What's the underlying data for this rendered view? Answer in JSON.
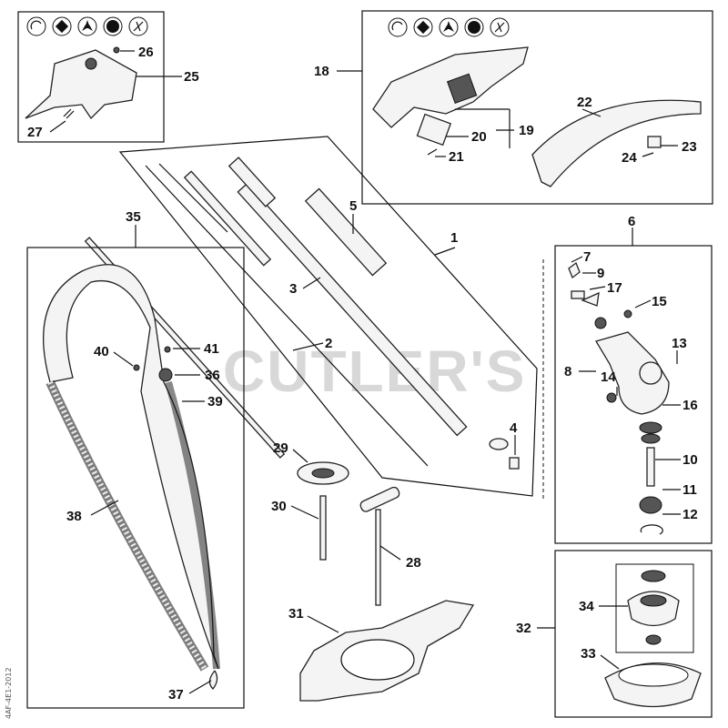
{
  "watermark": "CUTLER'S",
  "side_code": "4AF-4E1-2012",
  "icon_groups": [
    [
      "trimmer-head-icon",
      "blade-4-tooth-icon",
      "blade-3-tooth-icon",
      "saw-blade-icon",
      "brush-knife-icon"
    ],
    [
      "trimmer-head-icon",
      "blade-4-tooth-icon",
      "blade-3-tooth-icon",
      "saw-blade-icon",
      "brush-knife-icon"
    ]
  ],
  "callouts": {
    "n1": "1",
    "n2": "2",
    "n3": "3",
    "n4": "4",
    "n5": "5",
    "n6": "6",
    "n7": "7",
    "n8": "8",
    "n9": "9",
    "n10": "10",
    "n11": "11",
    "n12": "12",
    "n13": "13",
    "n14": "14",
    "n15": "15",
    "n16": "16",
    "n17": "17",
    "n18": "18",
    "n19": "19",
    "n20": "20",
    "n21": "21",
    "n22": "22",
    "n23": "23",
    "n24": "24",
    "n25": "25",
    "n26": "26",
    "n27": "27",
    "n28": "28",
    "n29": "29",
    "n30": "30",
    "n31": "31",
    "n32": "32",
    "n33": "33",
    "n34": "34",
    "n35": "35",
    "n36": "36",
    "n37": "37",
    "n38": "38",
    "n39": "39",
    "n40": "40",
    "n41": "41"
  }
}
